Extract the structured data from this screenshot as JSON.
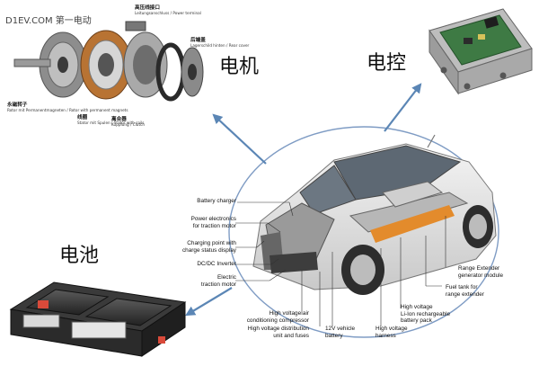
{
  "watermark": "D1EV.COM 第一电动",
  "labels": {
    "motor": "电机",
    "controller": "电控",
    "battery": "电池"
  },
  "motor_callouts": [
    {
      "name": "高压线接口",
      "sub": "Leitungsanschluss / Power terminal"
    },
    {
      "name": "后端盖",
      "sub": "Lagerschild hinten / Rear cover"
    },
    {
      "name": "永磁转子",
      "sub": "Rotor mit Permanentmagneten / Rotor with permanent magnets"
    },
    {
      "name": "线圈",
      "sub": "Stator mit Spulen / Stator with coils"
    },
    {
      "name": "离合器",
      "sub": "Kupplung / Clutch"
    }
  ],
  "car_callouts_left": [
    "Battery charger",
    "Power electronics\nfor traction motor",
    "Charging point with\ncharge status display",
    "DC/DC Inverter",
    "Electric\ntraction motor"
  ],
  "car_callouts_right": [
    "Range Extender\ngenerator module",
    "Fuel tank for\nrange extender",
    "High voltage\nLi-Ion rechargeable\nbattery pack"
  ],
  "car_callouts_bottom": [
    "High voltage air\nconditioning compressor",
    "High voltage distribution\nunit and fuses",
    "12V vehicle\nbattery",
    "High voltage\nharness"
  ],
  "colors": {
    "arrow": "#5b86b5",
    "ellipse": "#7f9cc4"
  }
}
